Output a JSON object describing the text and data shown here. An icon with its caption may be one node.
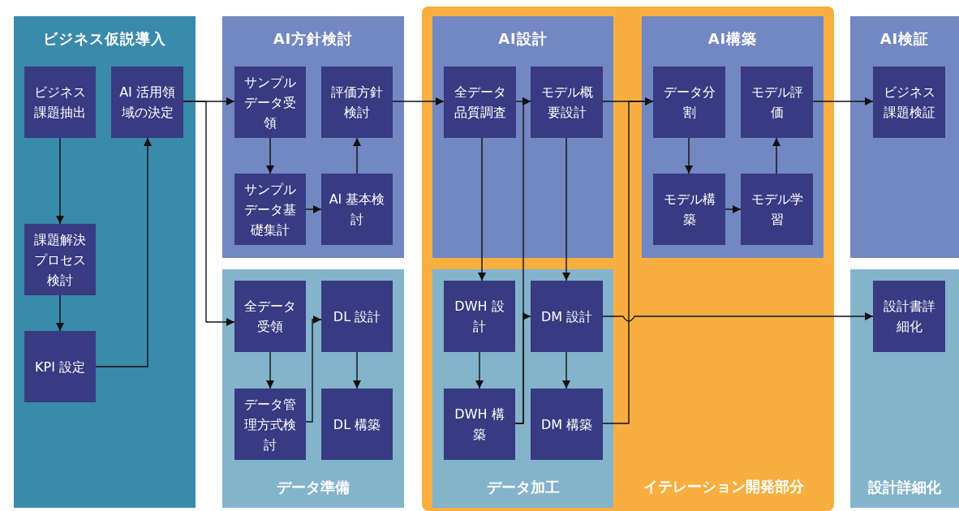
{
  "diagram": {
    "nodes": [
      {
        "text": [
          "ビジネス仮説導入"
        ]
      },
      {
        "text": [
          "ビジネス課題抽出"
        ],
        "in": 0
      },
      {
        "text": [
          "AI 活用領域の決定"
        ],
        "in": 0
      },
      {
        "text": [
          "課題解決プロセス検討"
        ],
        "in": 0
      },
      {
        "text": [
          "KPI 設定"
        ],
        "in": 0
      },
      {
        "text": [
          "AI方針検討"
        ]
      },
      {
        "text": [
          "サンプルデータ受領"
        ],
        "in": 5
      },
      {
        "text": [
          "評価方針検討"
        ],
        "in": 5
      },
      {
        "text": [
          "サンプルデータ基礎集計"
        ],
        "in": 5
      },
      {
        "text": [
          "AI 基本検討"
        ],
        "in": 5
      },
      {
        "text": [
          "データ準備"
        ]
      },
      {
        "text": [
          "全データ受領"
        ],
        "in": 10
      },
      {
        "text": [
          "DL 設計"
        ],
        "in": 10
      },
      {
        "text": [
          "データ管理方式検討"
        ],
        "in": 10
      },
      {
        "text": [
          "DL 構築"
        ],
        "in": 10
      },
      {
        "text": [
          "イテレーション開発部分"
        ]
      },
      {
        "text": [
          "AI設計"
        ],
        "in": 15
      },
      {
        "text": [
          "全データ品質調査"
        ],
        "in": 16
      },
      {
        "text": [
          "モデル概要設計"
        ],
        "in": 16
      },
      {
        "text": [
          "AI構築"
        ],
        "in": 15
      },
      {
        "text": [
          "データ分割"
        ],
        "in": 19
      },
      {
        "text": [
          "モデル評価"
        ],
        "in": 19
      },
      {
        "text": [
          "モデル構築"
        ],
        "in": 19
      },
      {
        "text": [
          "モデル学習"
        ],
        "in": 19
      },
      {
        "text": [
          "データ加工"
        ],
        "in": 15
      },
      {
        "text": [
          "DWH 設計"
        ],
        "in": 24
      },
      {
        "text": [
          "DM 設計"
        ],
        "in": 24
      },
      {
        "text": [
          "DWH 構築"
        ],
        "in": 24
      },
      {
        "text": [
          "DM 構築"
        ],
        "in": 24
      },
      {
        "text": [
          "AI検証"
        ]
      },
      {
        "text": [
          "ビジネス課題検証"
        ],
        "in": 29
      },
      {
        "text": [
          "設計詳細化"
        ]
      },
      {
        "text": [
          "設計書詳細化"
        ],
        "in": 31
      }
    ],
    "edges": [
      {
        "from": 1,
        "to": 3,
        "arrow": "to"
      },
      {
        "from": 3,
        "to": 4,
        "arrow": "to"
      },
      {
        "from": 4,
        "to": 2,
        "arrow": "to"
      },
      {
        "from": 2,
        "to": 6,
        "arrow": "to"
      },
      {
        "from": 2,
        "to": 11,
        "arrow": "to"
      },
      {
        "from": 6,
        "to": 8,
        "arrow": "to"
      },
      {
        "from": 8,
        "to": 9,
        "arrow": "to"
      },
      {
        "from": 9,
        "to": 7,
        "arrow": "to"
      },
      {
        "from": 11,
        "to": 13,
        "arrow": "to"
      },
      {
        "from": 13,
        "to": 12,
        "arrow": "to"
      },
      {
        "from": 12,
        "to": 14,
        "arrow": "to"
      },
      {
        "from": 7,
        "to": 17,
        "arrow": "to"
      },
      {
        "from": 17,
        "to": 18,
        "arrow": "to"
      },
      {
        "from": 18,
        "to": 20,
        "arrow": "to"
      },
      {
        "from": 20,
        "to": 22,
        "arrow": "to"
      },
      {
        "from": 22,
        "to": 23,
        "arrow": "to"
      },
      {
        "from": 23,
        "to": 21,
        "arrow": "to"
      },
      {
        "from": 21,
        "to": 30,
        "arrow": "to"
      },
      {
        "from": 17,
        "to": 25,
        "arrow": "to"
      },
      {
        "from": 18,
        "to": 26,
        "arrow": "to"
      },
      {
        "from": 25,
        "to": 27,
        "arrow": "to"
      },
      {
        "from": 26,
        "to": 28,
        "arrow": "to"
      },
      {
        "from": 27,
        "to": 26,
        "arrow": "to"
      },
      {
        "from": 27,
        "to": 18,
        "arrow": "to"
      },
      {
        "from": 28,
        "to": 20,
        "arrow": "to"
      },
      {
        "from": 26,
        "to": 32,
        "arrow": "to"
      }
    ]
  }
}
